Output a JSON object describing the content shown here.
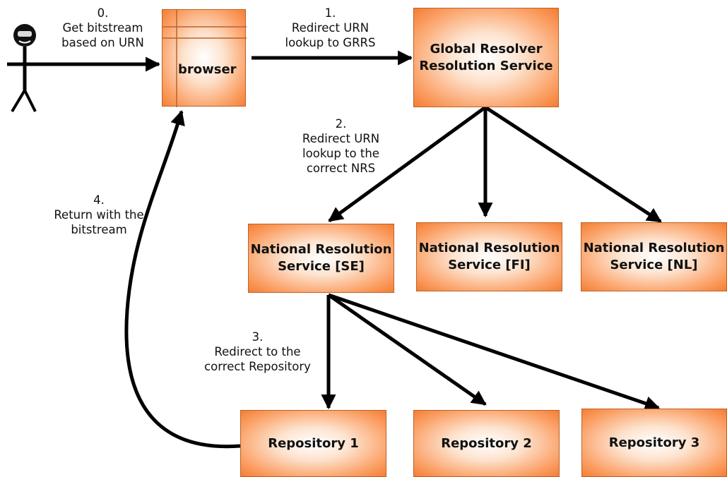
{
  "nodes": {
    "browser": "browser",
    "grrs": "Global Resolver\nResolution Service",
    "nrs_se": "National Resolution\nService [SE]",
    "nrs_fi": "National Resolution\nService [FI]",
    "nrs_nl": "National Resolution\nService [NL]",
    "repo1": "Repository 1",
    "repo2": "Repository 2",
    "repo3": "Repository 3"
  },
  "steps": {
    "step0": "0.\nGet bitstream\nbased on URN",
    "step1": "1.\nRedirect URN\nlookup to GRRS",
    "step2": "2.\nRedirect URN\nlookup to the\ncorrect NRS",
    "step3": "3.\nRedirect  to the\ncorrect Repository",
    "step4": "4.\nReturn with the\nbitstream"
  },
  "colors": {
    "box_fill": "#f57d33",
    "box_border": "#b8642a",
    "arrow": "#000000"
  }
}
